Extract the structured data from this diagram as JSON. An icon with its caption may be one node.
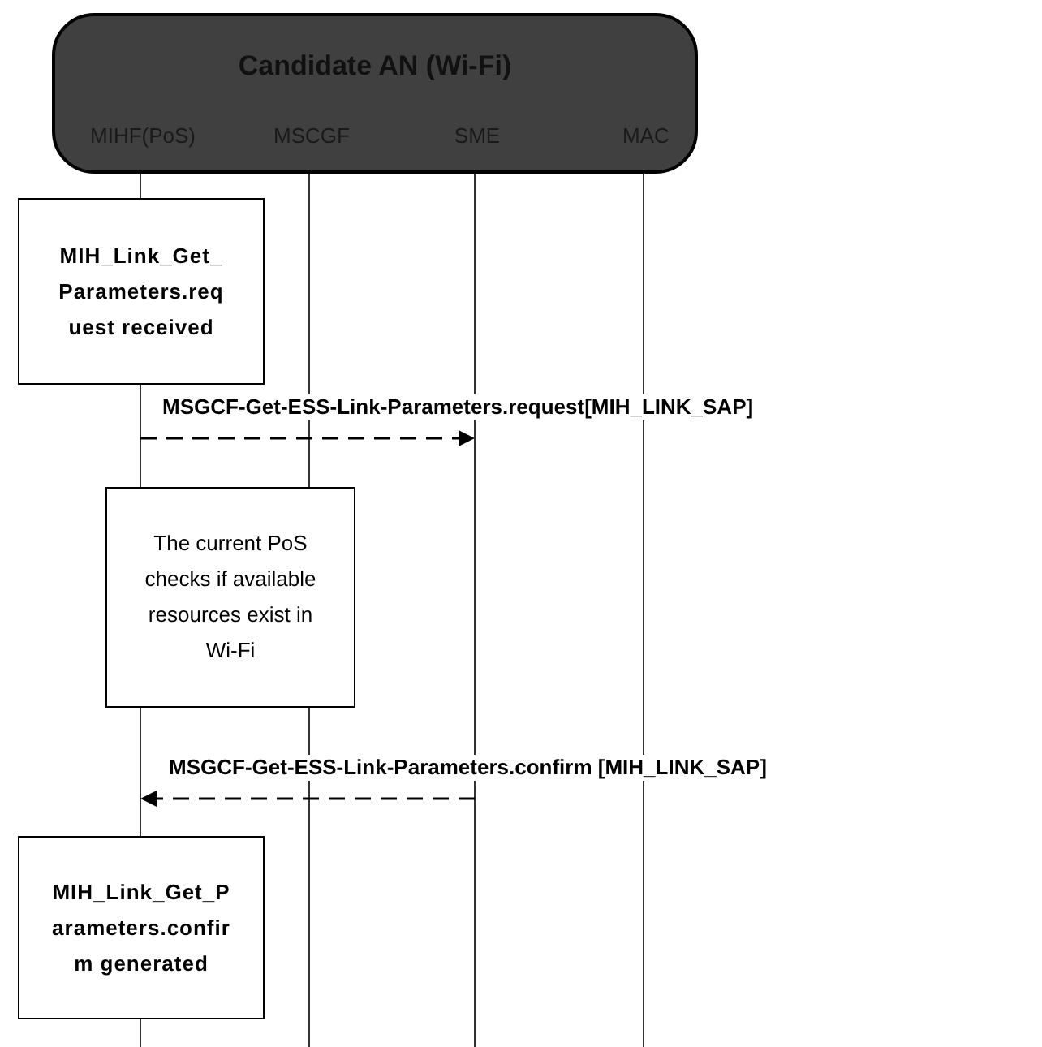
{
  "diagram": {
    "nodes": [
      {
        "text": [
          "Candidate AN (Wi-Fi)"
        ]
      },
      {
        "text": [
          "MIHF(PoS)"
        ],
        "in": 0
      },
      {
        "text": [
          "MSCGF"
        ],
        "in": 0
      },
      {
        "text": [
          "SME"
        ],
        "in": 0
      },
      {
        "text": [
          "MAC"
        ],
        "in": 0
      },
      {
        "text": [],
        "shape": "bar"
      },
      {
        "text": [],
        "shape": "bar"
      },
      {
        "text": [],
        "shape": "bar"
      },
      {
        "text": [],
        "shape": "bar"
      },
      {
        "text": [
          "MIH_Link_Get_Parameters.request received"
        ]
      },
      {
        "text": [
          "The current PoS checks if available resources exist in Wi-Fi"
        ]
      },
      {
        "text": [
          "MIH_Link_Get_Parameters.confirm generated"
        ]
      }
    ],
    "edges": [
      {
        "from": 5,
        "to": 7,
        "arrow": "to",
        "style": "dashed",
        "label": "MSGCF-Get-ESS-Link-Parameters.request[MIH_LINK_SAP]"
      },
      {
        "from": 7,
        "to": 5,
        "arrow": "to",
        "style": "dashed",
        "label": "MSGCF-Get-ESS-Link-Parameters.confirm [MIH_LINK_SAP]"
      }
    ]
  }
}
